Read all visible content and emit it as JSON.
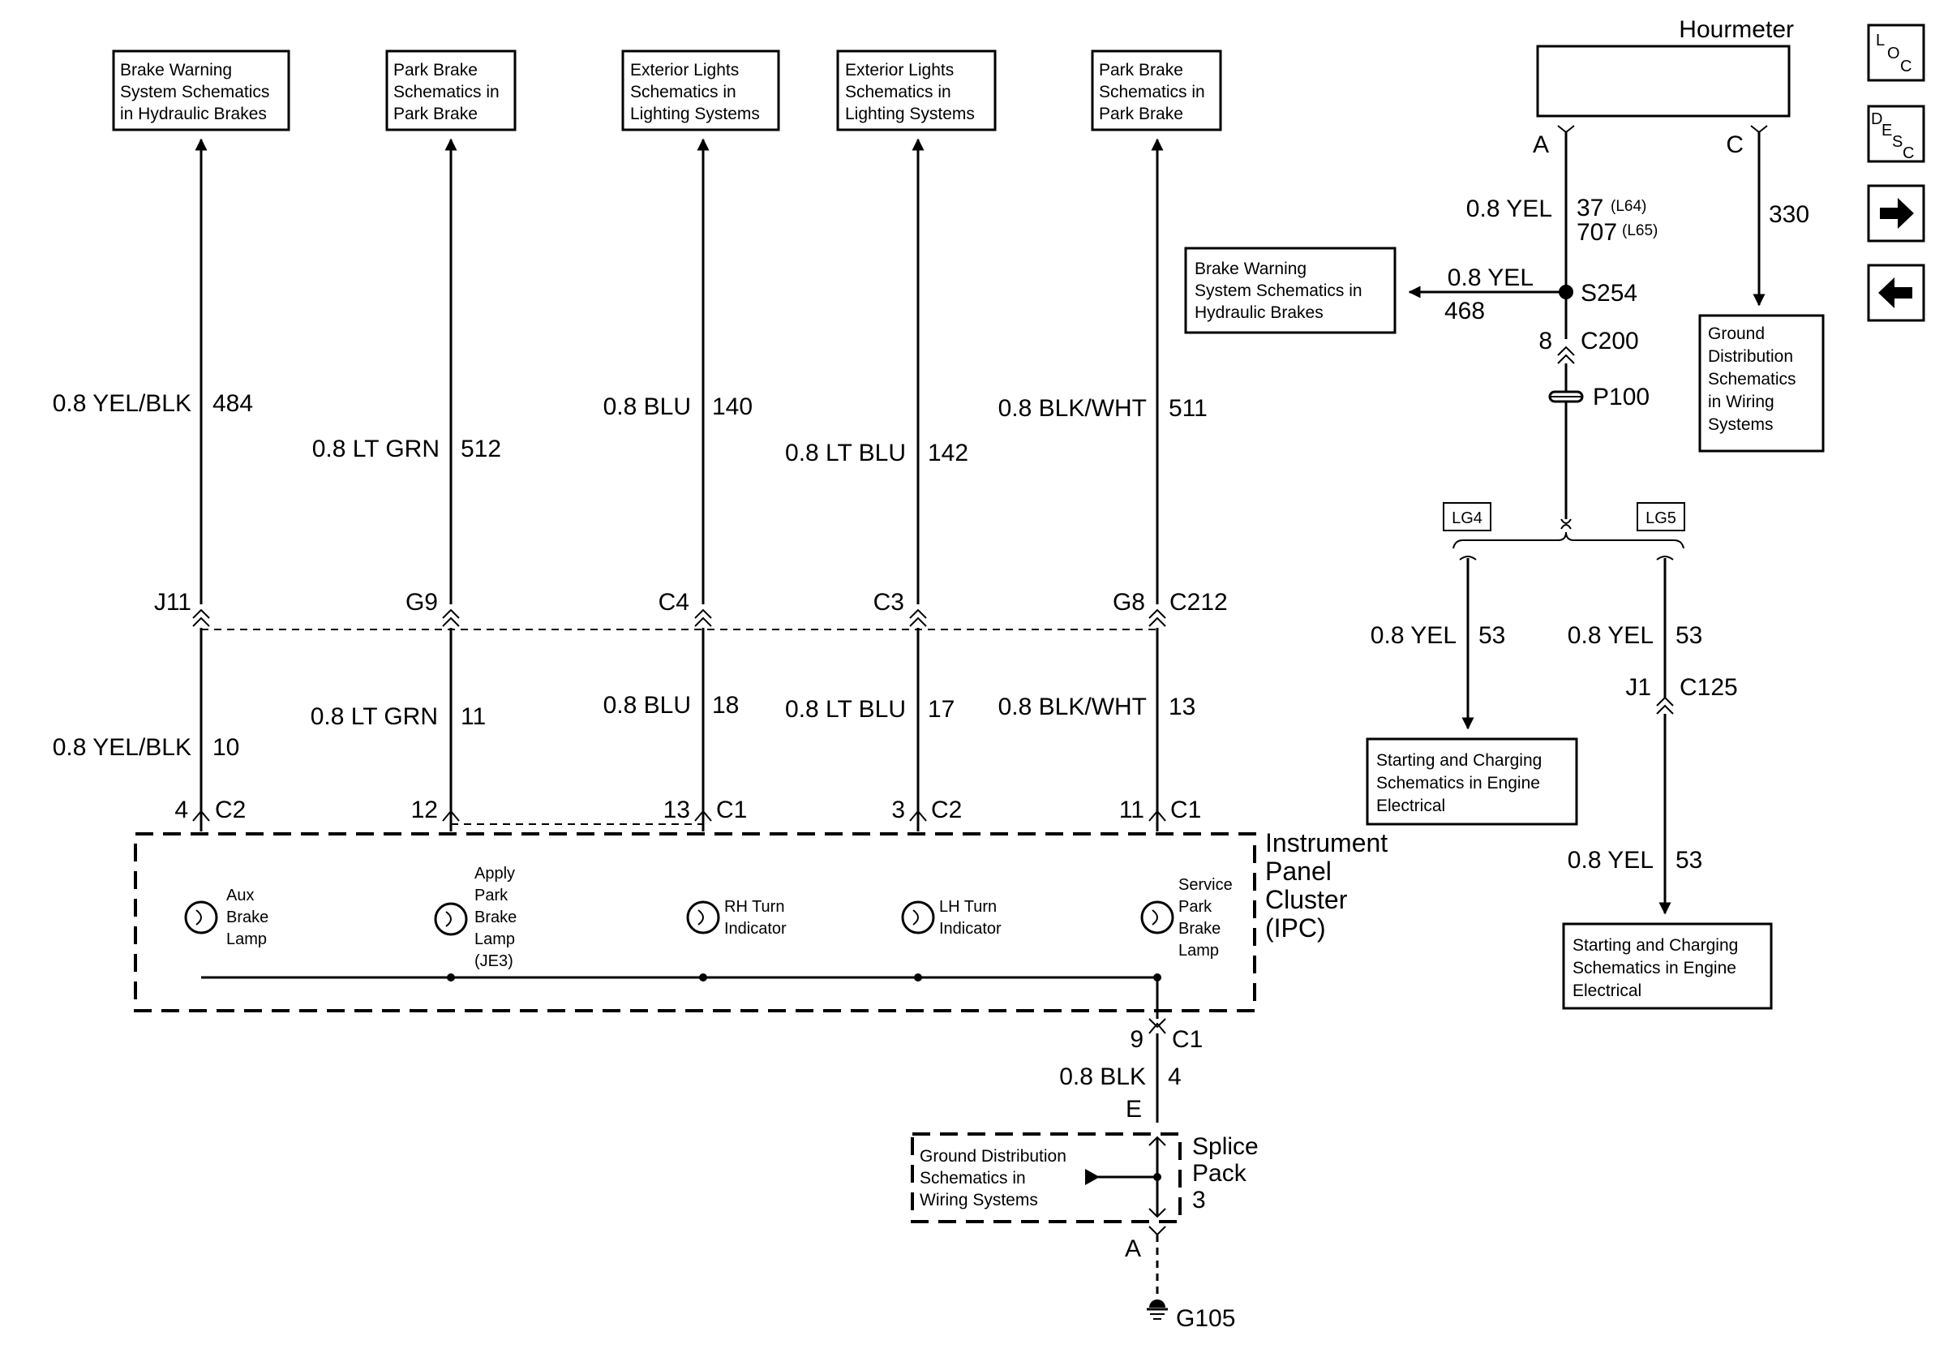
{
  "title": "Hourmeter",
  "ref_boxes": [
    {
      "lines": [
        "Brake Warning",
        "System Schematics",
        "in Hydraulic Brakes"
      ]
    },
    {
      "lines": [
        "Park Brake",
        "Schematics in",
        "Park Brake"
      ]
    },
    {
      "lines": [
        "Exterior Lights",
        "Schematics in",
        "Lighting Systems"
      ]
    },
    {
      "lines": [
        "Exterior Lights",
        "Schematics in",
        "Lighting Systems"
      ]
    },
    {
      "lines": [
        "Park Brake",
        "Schematics in",
        "Park Brake"
      ]
    },
    {
      "lines": [
        "Brake Warning",
        "System Schematics in",
        "Hydraulic Brakes"
      ]
    },
    {
      "lines": [
        "Ground",
        "Distribution",
        "Schematics",
        "in Wiring",
        "Systems"
      ]
    },
    {
      "lines": [
        "Starting and Charging",
        "Schematics in Engine",
        "Electrical"
      ]
    },
    {
      "lines": [
        "Starting and Charging",
        "Schematics in Engine",
        "Electrical"
      ]
    },
    {
      "lines": [
        "Ground Distribution",
        "Schematics in",
        "Wiring Systems"
      ]
    }
  ],
  "nav_icons": {
    "loc": [
      "L",
      "O",
      "C"
    ],
    "desc": [
      "D",
      "E",
      "S",
      "C"
    ]
  },
  "circuits": [
    {
      "upper_color": "0.8 YEL/BLK",
      "upper_num": "484",
      "c212_pin": "J11",
      "lower_color": "0.8 YEL/BLK",
      "lower_num": "10",
      "ipc_pin": "4",
      "ipc_conn": "C2",
      "lamp": [
        "Aux",
        "Brake",
        "Lamp"
      ]
    },
    {
      "upper_color": "0.8 LT GRN",
      "upper_num": "512",
      "c212_pin": "G9",
      "lower_color": "0.8 LT GRN",
      "lower_num": "11",
      "ipc_pin": "12",
      "ipc_conn": "",
      "lamp": [
        "Apply",
        "Park",
        "Brake",
        "Lamp",
        "(JE3)"
      ]
    },
    {
      "upper_color": "0.8 BLU",
      "upper_num": "140",
      "c212_pin": "C4",
      "lower_color": "0.8 BLU",
      "lower_num": "18",
      "ipc_pin": "13",
      "ipc_conn": "C1",
      "lamp": [
        "RH Turn",
        "Indicator"
      ]
    },
    {
      "upper_color": "0.8 LT BLU",
      "upper_num": "142",
      "c212_pin": "C3",
      "lower_color": "0.8 LT BLU",
      "lower_num": "17",
      "ipc_pin": "3",
      "ipc_conn": "C2",
      "lamp": [
        "LH Turn",
        "Indicator"
      ]
    },
    {
      "upper_color": "0.8 BLK/WHT",
      "upper_num": "511",
      "c212_pin": "G8",
      "lower_color": "0.8 BLK/WHT",
      "lower_num": "13",
      "ipc_pin": "11",
      "ipc_conn": "C1",
      "lamp": [
        "Service",
        "Park",
        "Brake",
        "Lamp"
      ]
    }
  ],
  "connector_c212": "C212",
  "ipc_label": [
    "Instrument",
    "Panel",
    "Cluster",
    "(IPC)"
  ],
  "ground": {
    "pin": "9",
    "conn": "C1",
    "wire_color": "0.8 BLK",
    "wire_num": "4",
    "splice_in": "E",
    "splice_label": [
      "Splice",
      "Pack",
      "3"
    ],
    "splice_out": "A",
    "ground_id": "G105"
  },
  "hourmeter": {
    "pin_a": "A",
    "pin_c": "C",
    "wire_color": "0.8 YEL",
    "num1": "37",
    "opt1": "(L64)",
    "num2": "707",
    "opt2": "(L65)",
    "c_wire_num": "330",
    "splice": "S254",
    "splice_wire_color": "0.8 YEL",
    "splice_wire_num": "468",
    "c200_pin": "8",
    "c200": "C200",
    "p100": "P100",
    "lg4": "LG4",
    "lg5": "LG5",
    "left_color": "0.8 YEL",
    "left_num": "53",
    "right_color": "0.8 YEL",
    "right_num": "53",
    "c125_pin": "J1",
    "c125": "C125",
    "bottom_color": "0.8 YEL",
    "bottom_num": "53"
  }
}
